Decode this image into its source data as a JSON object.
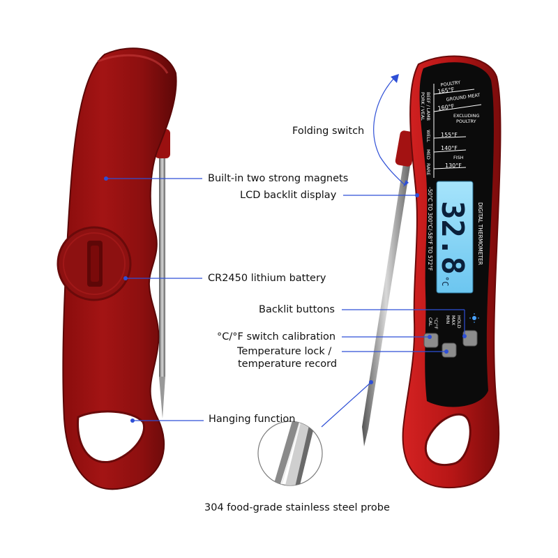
{
  "callouts": {
    "folding_switch": "Folding switch",
    "magnets": "Built-in two strong magnets",
    "lcd": "LCD backlit display",
    "battery": "CR2450 lithium battery",
    "backlit_buttons": "Backlit buttons",
    "cf_switch": "°C/°F switch calibration",
    "temp_lock_line1": "Temperature lock /",
    "temp_lock_line2": "temperature record",
    "hanging": "Hanging function",
    "probe": "304 food-grade stainless steel probe"
  },
  "device_front": {
    "lcd_reading": "32.8",
    "lcd_unit": "°C",
    "lcd_range": "-50°C TO 300°C/-58°F TO 572°F",
    "brand_text": "DIGITAL THERMOMETER",
    "button_cf_label": "°C/°F",
    "button_cal_label": "CAL",
    "button_hold_label": "HOLD",
    "button_max_label": "MAX",
    "button_min_label": "MIN",
    "temp_guide": {
      "poultry": "POULTRY",
      "poultry_temp": "165°F",
      "ground_meat": "GROUND MEAT",
      "ground_meat_temp": "160°F",
      "excluding": "EXCLUDING",
      "excluding_poultry": "POULTRY",
      "beef_lamb": "BEEF / LAMB",
      "pork_veal": "PORK / VEAL",
      "well": "WELL",
      "med": "MED",
      "rare": "RARE",
      "fish": "FISH",
      "t155": "155°F",
      "t140": "140°F",
      "t130": "130°F"
    }
  },
  "colors": {
    "body_red": "#b51818",
    "body_dark": "#7a0c0c",
    "callout_line": "#2e4fd6",
    "lcd_blue": "#7fd3f7",
    "panel_black": "#0b0b0b"
  }
}
